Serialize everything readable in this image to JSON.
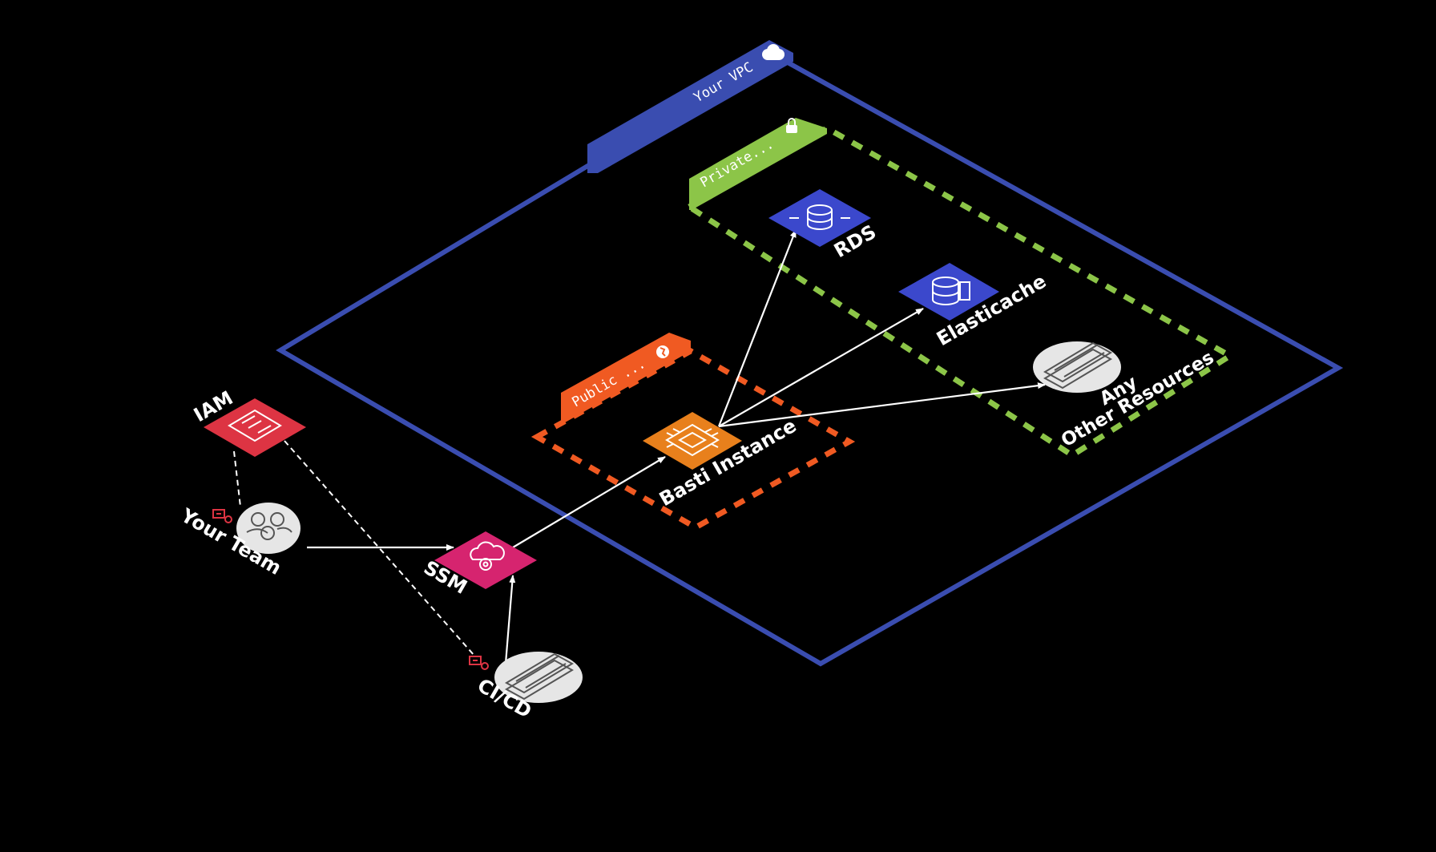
{
  "colors": {
    "background": "#000000",
    "vpc": "#3a4db0",
    "private_subnet": "#8cc548",
    "public_subnet": "#f05a22",
    "rds": "#3b48cc",
    "elasticache": "#3b48cc",
    "ec2": "#e8801c",
    "iam": "#dd3443",
    "ssm": "#d6246f",
    "resource_circle": "#e6e6e6",
    "role_badge": "#dd3443",
    "arrow": "#ffffff"
  },
  "vpc": {
    "label": "Your VPC",
    "icon": "cloud-icon"
  },
  "private_subnet": {
    "label": "Private...",
    "icon": "lock-icon"
  },
  "public_subnet": {
    "label": "Public ...",
    "icon": "globe-icon"
  },
  "nodes": {
    "rds": {
      "label": "RDS",
      "icon": "rds-database-icon"
    },
    "elasticache": {
      "label": "Elasticache",
      "icon": "elasticache-icon"
    },
    "other": {
      "label_line1": "Any",
      "label_line2": "Other Resources",
      "icon": "server-rack-icon"
    },
    "bastion": {
      "label": "Basti Instance",
      "icon": "ec2-chip-icon"
    },
    "iam": {
      "label": "IAM",
      "icon": "iam-identity-icon"
    },
    "team": {
      "label": "Your Team",
      "icon": "users-icon"
    },
    "ssm": {
      "label": "SSM",
      "icon": "ssm-cloud-gear-icon"
    },
    "cicd": {
      "label": "CI/CD",
      "icon": "server-rack-icon"
    }
  }
}
